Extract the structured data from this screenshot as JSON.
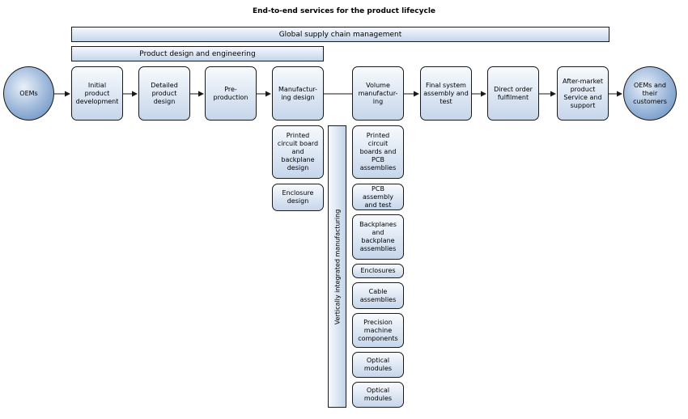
{
  "title": "End-to-end services for the product lifecycle",
  "bands": {
    "supply_chain": "Global supply chain management",
    "design_engineering": "Product design and engineering"
  },
  "start_node": "OEMs",
  "end_node": "OEMs and\ntheir\ncustomers",
  "stages": {
    "initial": "Initial\nproduct\ndevelopment",
    "detailed": "Detailed\nproduct\ndesign",
    "preproduction": "Pre-\nproduction",
    "manufacturing_design": "Manufactur-\ning design",
    "volume": "Volume\nmanufactur-\ning",
    "final_system": "Final system\nassembly and\ntest",
    "direct_order": "Direct order\nfulfilment",
    "aftermarket": "After-market\nproduct\nService and\nsupport"
  },
  "design_sub": {
    "pcb_design": "Printed\ncircuit board\nand\nbackplane\ndesign",
    "enclosure_design": "Enclosure\ndesign"
  },
  "vertical_label": "Vertically integrated manufacturing",
  "manufacturing_sub": {
    "pcb": "Printed\ncircuit\nboards and\nPCB\nassemblies",
    "pcb_assembly": "PCB assembly\nand test",
    "backplanes": "Backplanes\nand\nbackplane\nassemblies",
    "enclosures": "Enclosures",
    "cable": "Cable\nassemblies",
    "precision": "Precision\nmachine\ncomponents",
    "optical_1": "Optical\nmodules",
    "optical_2": "Optical\nmodules"
  },
  "colors": {
    "box_fill_top": "#f7fafd",
    "box_fill_bottom": "#c6d6eb",
    "circle_fill": "#7f9fcc",
    "line": "#1a1a1a"
  }
}
